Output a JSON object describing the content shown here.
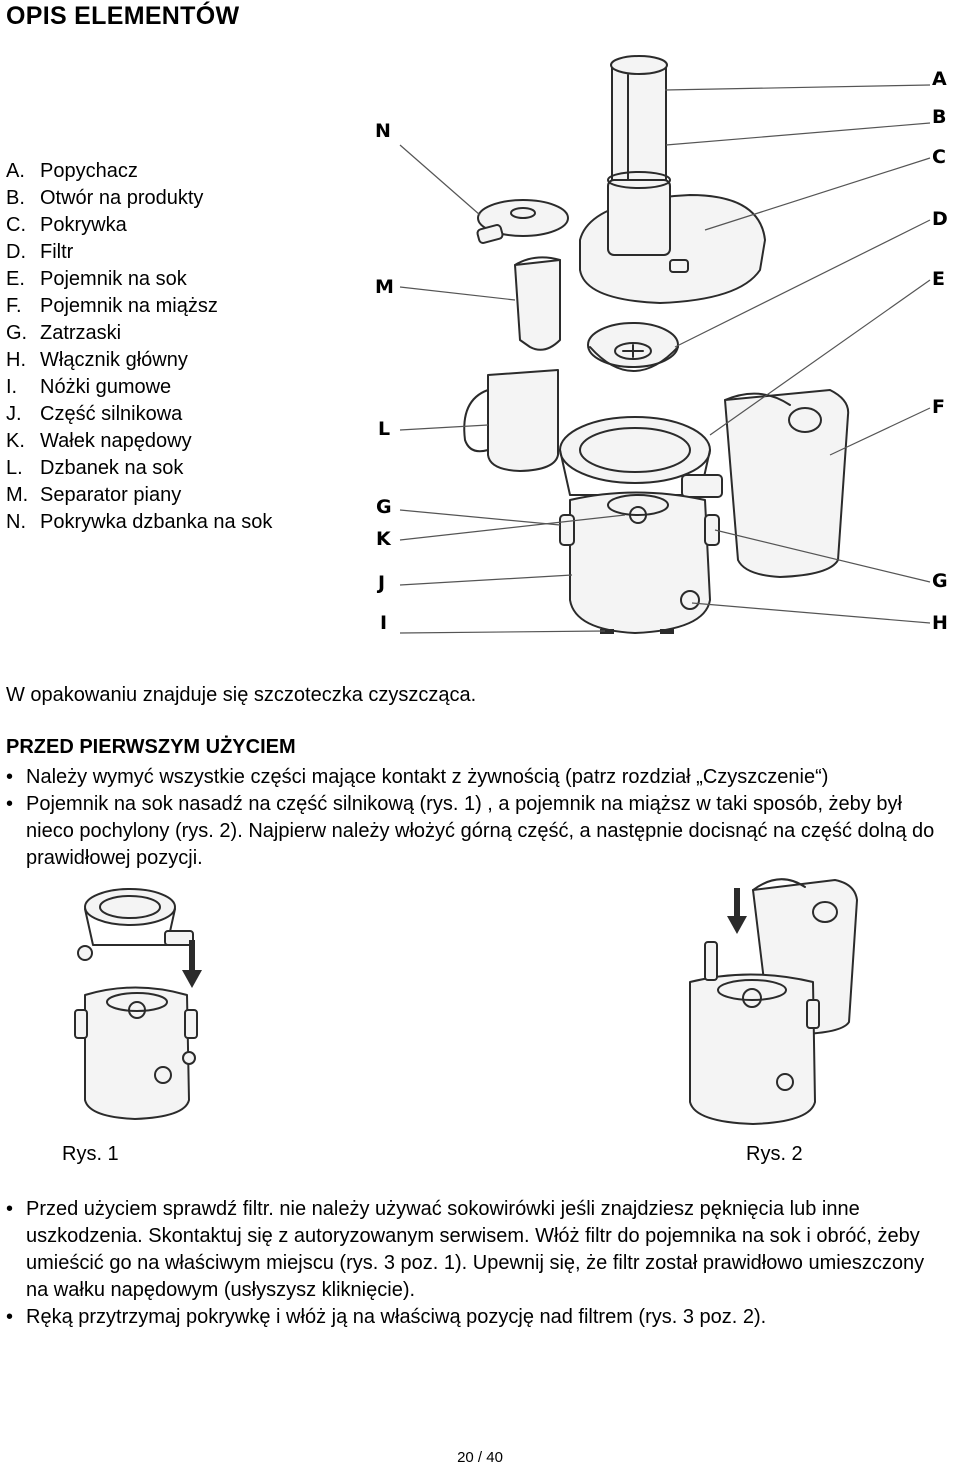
{
  "heading": "OPIS ELEMENTÓW",
  "parts": [
    {
      "letter": "A.",
      "name": "Popychacz"
    },
    {
      "letter": "B.",
      "name": "Otwór na produkty"
    },
    {
      "letter": "C.",
      "name": "Pokrywka"
    },
    {
      "letter": "D.",
      "name": "Filtr"
    },
    {
      "letter": "E.",
      "name": "Pojemnik na sok"
    },
    {
      "letter": "F.",
      "name": "Pojemnik na miąższ"
    },
    {
      "letter": "G.",
      "name": "Zatrzaski"
    },
    {
      "letter": "H.",
      "name": "Włącznik główny"
    },
    {
      "letter": "I.",
      "name": "Nóżki gumowe"
    },
    {
      "letter": "J.",
      "name": "Część silnikowa"
    },
    {
      "letter": "K.",
      "name": "Wałek napędowy"
    },
    {
      "letter": "L.",
      "name": "Dzbanek na sok"
    },
    {
      "letter": "M.",
      "name": "Separator piany"
    },
    {
      "letter": "N.",
      "name": "Pokrywka dzbanka na sok"
    }
  ],
  "diagram_letters": {
    "right": [
      "A",
      "B",
      "C",
      "D",
      "E",
      "F",
      "G",
      "H"
    ],
    "left": [
      "N",
      "M",
      "L",
      "G",
      "K",
      "J",
      "I"
    ]
  },
  "package_note": "W opakowaniu znajduje się szczoteczka czyszcząca.",
  "section_title": "PRZED PIERWSZYM UŻYCIEM",
  "bullets_1": [
    "Należy wymyć wszystkie części mające kontakt z żywnością (patrz rozdział „Czyszczenie“)",
    "Pojemnik na sok nasadź na część silnikową (rys. 1) , a pojemnik na miąższ w taki sposób, żeby był nieco pochylony (rys. 2). Najpierw należy włożyć górną część, a następnie docisnąć na część dolną do prawidłowej pozycji."
  ],
  "figure_captions": {
    "fig1": "Rys. 1",
    "fig2": "Rys. 2"
  },
  "bullets_2": [
    "Przed użyciem sprawdź filtr. nie należy używać sokowirówki jeśli znajdziesz pęknięcia lub inne uszkodzenia. Skontaktuj się z autoryzowanym serwisem. Włóż filtr do pojemnika na sok i obróć, żeby umieścić go na właściwym miejscu (rys. 3 poz. 1). Upewnij się, że filtr został prawidłowo umieszczony na wałku napędowym (usłyszysz kliknięcie).",
    "Ręką przytrzymaj pokrywkę i włóż ją na właściwą pozycję nad filtrem (rys. 3 poz. 2)."
  ],
  "page_number": "20 / 40"
}
